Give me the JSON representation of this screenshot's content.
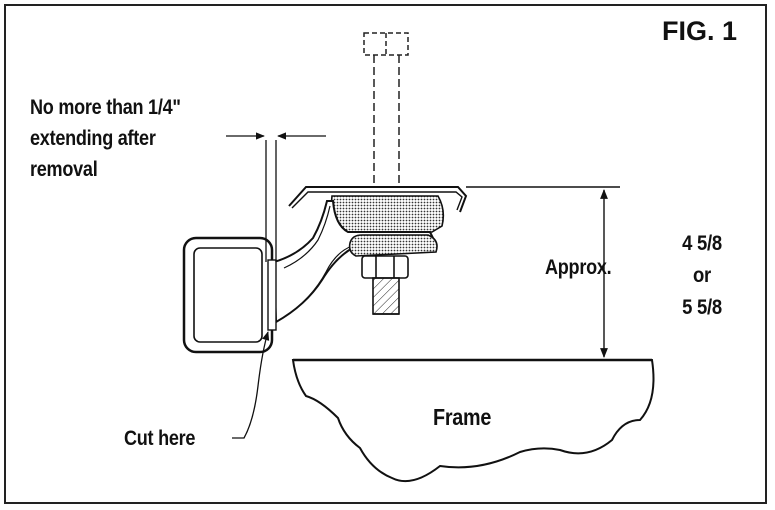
{
  "figure": {
    "title": "FIG. 1",
    "note_lines": [
      "No more than 1/4\"",
      "extending after",
      "removal"
    ],
    "approx_label": "Approx.",
    "dimension_lines": [
      "4 5/8",
      "or",
      "5 5/8"
    ],
    "frame_label": "Frame",
    "cut_label": "Cut here"
  }
}
